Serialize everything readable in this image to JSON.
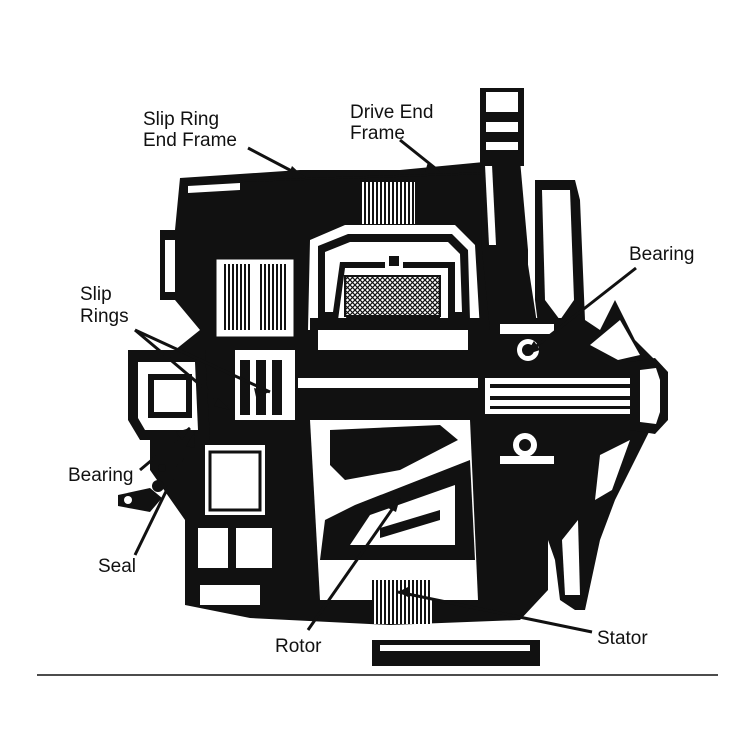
{
  "diagram": {
    "labels": {
      "slip_ring_end_frame": [
        "Slip Ring",
        "End Frame"
      ],
      "drive_end_frame": [
        "Drive End",
        "Frame"
      ],
      "bearing_right": "Bearing",
      "slip_rings": [
        "Slip",
        "Rings"
      ],
      "bearing_left": "Bearing",
      "seal": "Seal",
      "rotor": "Rotor",
      "stator": "Stator"
    },
    "colors": {
      "ink": "#111111",
      "paper": "#ffffff"
    }
  }
}
